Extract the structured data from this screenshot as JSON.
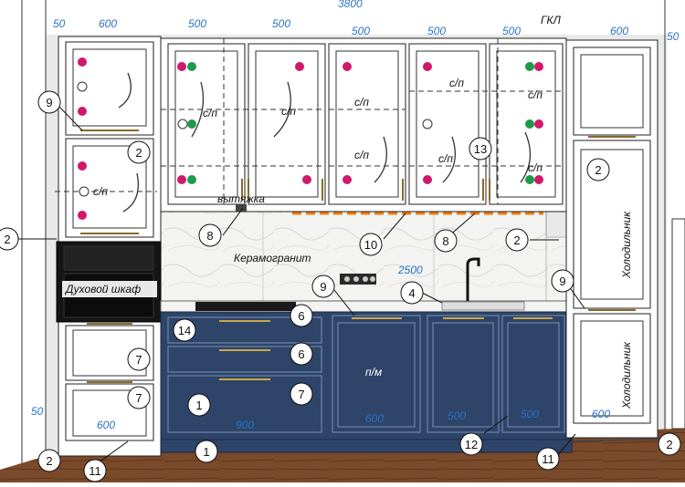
{
  "dimensions": {
    "total_width": "3800",
    "top_50_left": "50",
    "top_600_left": "600",
    "top_500_a": "500",
    "top_500_b": "500",
    "top_500_c": "500",
    "top_500_d": "500",
    "top_500_e": "500",
    "top_600_right": "600",
    "top_50_right": "50",
    "worktop_length": "2500",
    "bottom_50_left": "50",
    "bottom_600_left": "600",
    "bottom_900": "900",
    "bottom_600_mid": "600",
    "bottom_500_a": "500",
    "bottom_500_b": "500",
    "bottom_600_right": "600"
  },
  "labels": {
    "ceiling": "ГКЛ",
    "oven": "Духовой шкаф",
    "hood": "вытяжка",
    "backsplash": "Керамогранит",
    "fridge_upper": "Холодильник",
    "fridge_lower": "Холодильник",
    "dishwasher": "п/м",
    "lift_1": "с/п",
    "lift_2": "с/п",
    "lift_3": "с/п",
    "lift_4": "с/п",
    "lift_5": "с/п",
    "lift_6": "с/п",
    "lift_7": "с/п",
    "lift_8": "с/п",
    "lift_9": "с/п"
  },
  "callouts": {
    "c1": "1",
    "c2": "1",
    "c3": "2",
    "c4": "2",
    "c5": "2",
    "c6": "2",
    "c7": "2",
    "c8": "2",
    "c9": "4",
    "c10": "6",
    "c11": "6",
    "c12": "7",
    "c13": "7",
    "c14": "7",
    "c15": "8",
    "c16": "8",
    "c17": "9",
    "c18": "9",
    "c19": "9",
    "c20": "10",
    "c21": "11",
    "c22": "11",
    "c23": "12",
    "c24": "13",
    "c25": "14"
  },
  "colors": {
    "navy": "#2e4468",
    "hinge_pink": "#d0186c",
    "hinge_green": "#1e9a4a",
    "led": "#f07a10",
    "dim": "#2a73c9",
    "floor": "#7a4a2a"
  }
}
